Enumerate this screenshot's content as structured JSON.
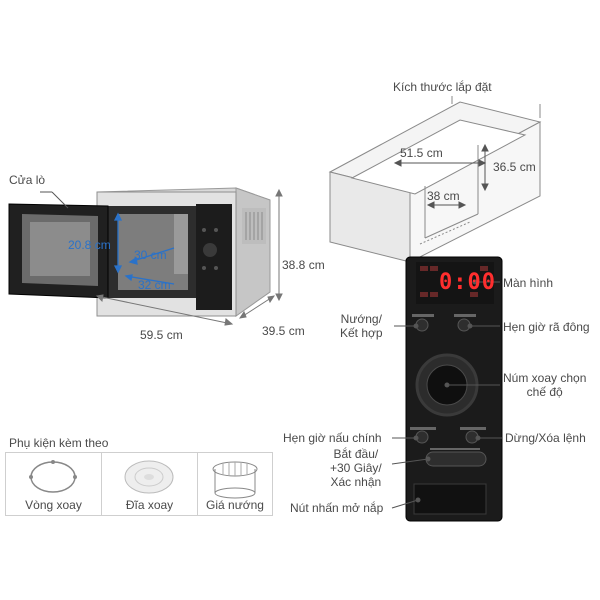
{
  "install": {
    "title": "Kích thước lắp đặt",
    "width": "51.5 cm",
    "height": "36.5 cm",
    "depth": "38 cm"
  },
  "oven": {
    "door_label": "Cửa lò",
    "cavity_height": "20.8 cm",
    "cavity_depth": "30 cm",
    "cavity_width": "32 cm",
    "height": "38.8 cm",
    "width": "59.5 cm",
    "depth": "39.5 cm"
  },
  "panel": {
    "display_value": "0:00",
    "display_color": "#ff2e2e",
    "labels": {
      "display": "Màn hình",
      "bake": "Nướng/\nKết hợp",
      "defrost": "Hẹn giờ rã đông",
      "dial": "Núm xoay chọn\nchế độ",
      "cook_timer": "Hẹn giờ nấu chính",
      "stop": "Dừng/Xóa lệnh",
      "start": "Bắt đầu/\n+30 Giây/\nXác nhận",
      "door_button": "Nút nhấn mở nắp"
    }
  },
  "accessories": {
    "title": "Phụ kiện kèm theo",
    "items": [
      {
        "name": "Vòng xoay",
        "icon": "turntable-ring-icon"
      },
      {
        "name": "Đĩa xoay",
        "icon": "glass-plate-icon"
      },
      {
        "name": "Giá nướng",
        "icon": "grill-rack-icon"
      }
    ]
  }
}
